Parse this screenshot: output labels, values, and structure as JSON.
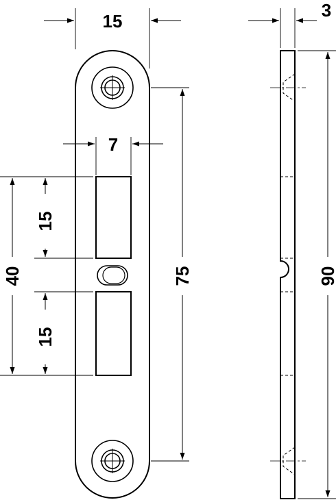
{
  "colors": {
    "line": "#000000",
    "background": "#ffffff"
  },
  "dimensions": {
    "plate_width": "15",
    "slot_width": "7",
    "plate_thickness": "3",
    "slot_height_upper": "15",
    "slot_height_lower": "15",
    "slot_group_height": "40",
    "screw_pitch": "75",
    "overall_length": "90"
  }
}
